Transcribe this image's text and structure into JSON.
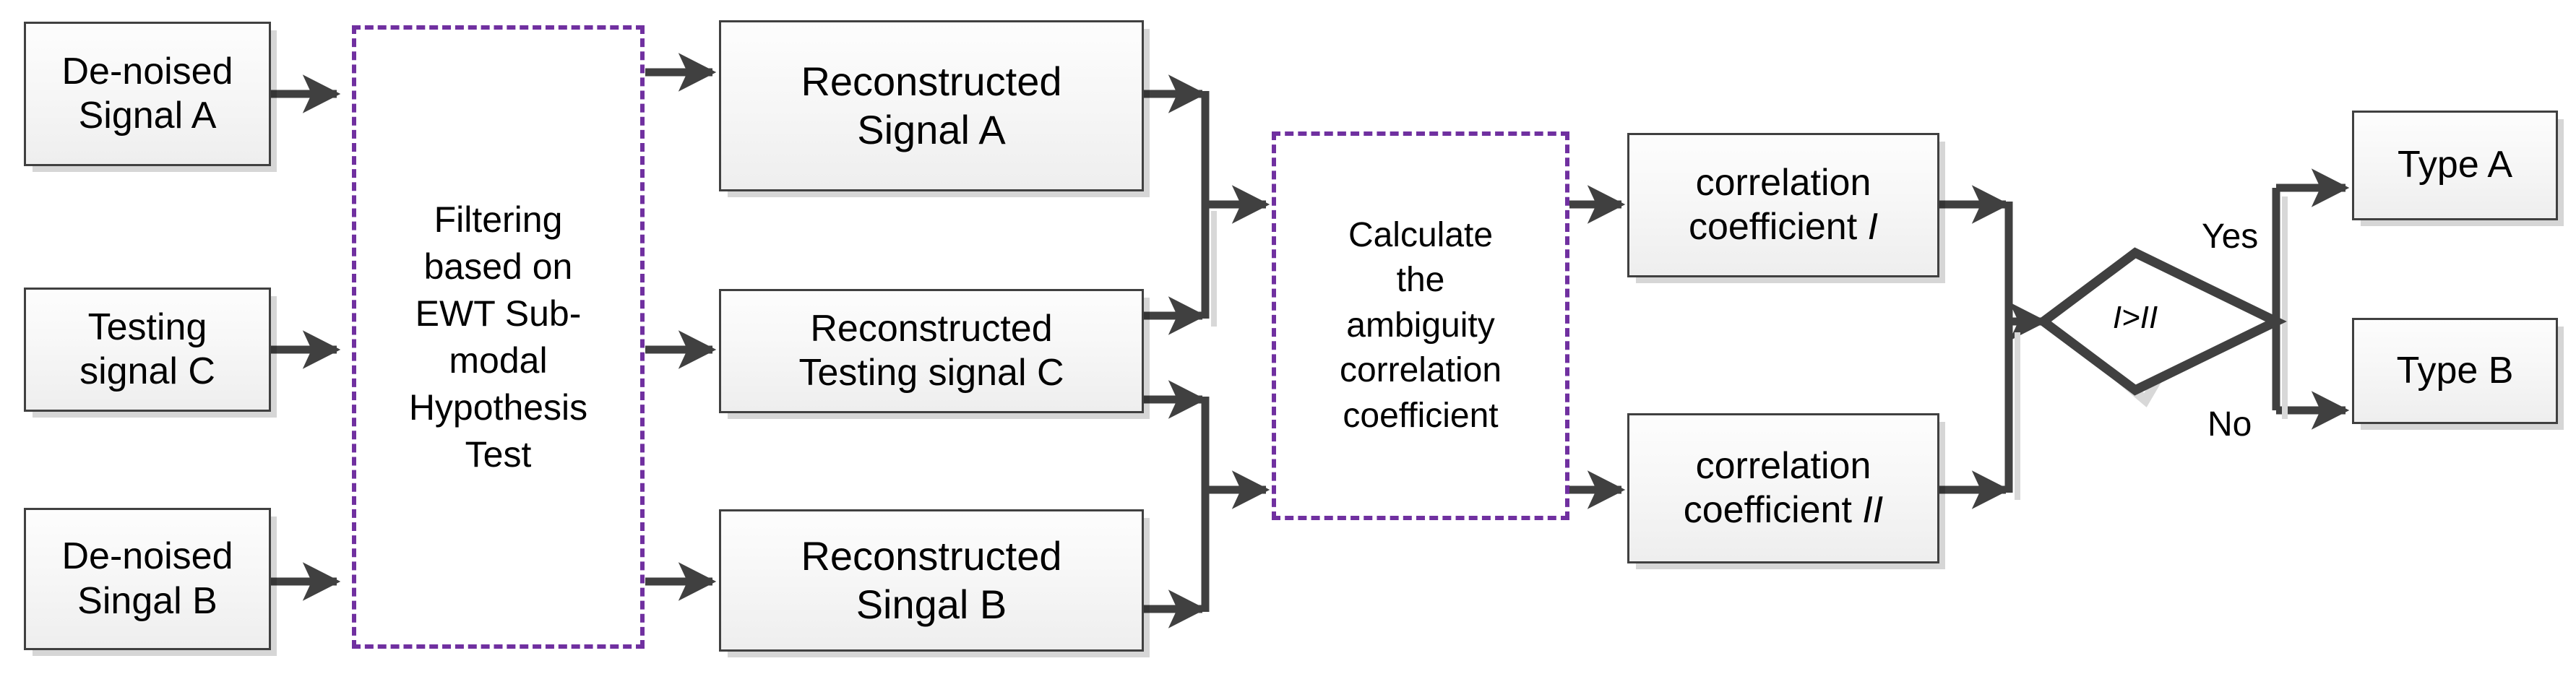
{
  "diagram": {
    "title": "EWT Sub-modal Hypothesis Test classification flowchart",
    "type": "flowchart",
    "colors": {
      "dashed_border": "#7030a0",
      "dashed_shadow": "#d4d4d4",
      "node_border": "#404040",
      "node_fill_top": "#fdfdfd",
      "node_fill_bottom": "#eeeeee",
      "connector": "#404040",
      "connector_shadow": "#d0d0d0",
      "ghost_text": "#d9d9d9",
      "background": "#ffffff"
    }
  },
  "nodes": {
    "denoised_a": {
      "line1": "De-noised",
      "line2": "Signal A"
    },
    "testing_c": {
      "line1": "Testing",
      "line2": "signal C"
    },
    "denoised_b": {
      "line1": "De-noised",
      "line2": "Singal B"
    },
    "filtering": {
      "line1": "Filtering",
      "line2": "based on",
      "line3": "EWT Sub-",
      "line4": "modal",
      "line5": "Hypothesis",
      "line6": "Test",
      "ghost_line2": "based on",
      "ghost_line5": "Hypothesis"
    },
    "recon_a": {
      "line1": "Reconstructed",
      "line2": "Signal A"
    },
    "recon_c": {
      "line1": "Reconstructed",
      "line2": "Testing signal C"
    },
    "recon_b": {
      "line1": "Reconstructed",
      "line2": "Singal B"
    },
    "calculate": {
      "line1": "Calculate",
      "line2": "the",
      "line3": "ambiguity",
      "line4": "correlation",
      "line5": "coefficient",
      "ghost_line2": "the",
      "ghost_line4": "correlation"
    },
    "coeff_i": {
      "line1": "correlation",
      "line2": "coefficient ",
      "line2_italic": "I"
    },
    "coeff_ii": {
      "line1": "correlation",
      "line2": "coefficient ",
      "line2_italic": "II"
    },
    "decision": {
      "label": "I>II"
    },
    "type_a": {
      "label": "Type A"
    },
    "type_b": {
      "label": "Type B"
    }
  },
  "edge_labels": {
    "yes": "Yes",
    "no": "No"
  },
  "flow": {
    "inputs": [
      "De-noised Signal A",
      "Testing signal C",
      "De-noised Singal B"
    ],
    "process_1": "Filtering based on EWT Sub-modal Hypothesis Test",
    "reconstructed": [
      "Reconstructed Signal A",
      "Reconstructed Testing signal C",
      "Reconstructed Singal B"
    ],
    "process_2": "Calculate the ambiguity correlation coefficient",
    "outputs_coeff": [
      "correlation coefficient I",
      "correlation coefficient II"
    ],
    "decision_test": "I>II",
    "outcomes": {
      "yes": "Type A",
      "no": "Type B"
    }
  }
}
